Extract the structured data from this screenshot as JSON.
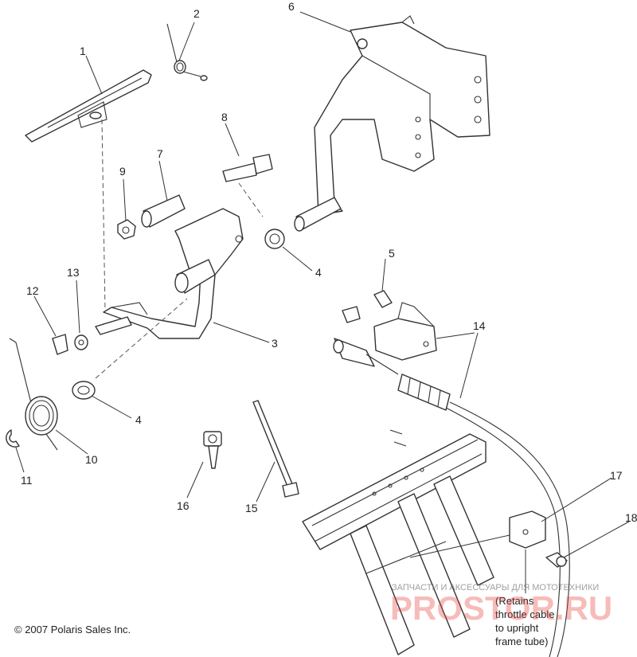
{
  "callouts": [
    {
      "id": "1",
      "text": "1"
    },
    {
      "id": "2",
      "text": "2"
    },
    {
      "id": "3",
      "text": "3"
    },
    {
      "id": "4a",
      "text": "4"
    },
    {
      "id": "4b",
      "text": "4"
    },
    {
      "id": "5",
      "text": "5"
    },
    {
      "id": "6",
      "text": "6"
    },
    {
      "id": "7",
      "text": "7"
    },
    {
      "id": "8",
      "text": "8"
    },
    {
      "id": "9",
      "text": "9"
    },
    {
      "id": "10",
      "text": "10"
    },
    {
      "id": "11",
      "text": "11"
    },
    {
      "id": "12",
      "text": "12"
    },
    {
      "id": "13",
      "text": "13"
    },
    {
      "id": "14",
      "text": "14"
    },
    {
      "id": "15",
      "text": "15"
    },
    {
      "id": "16",
      "text": "16"
    },
    {
      "id": "17",
      "text": "17"
    },
    {
      "id": "18",
      "text": "18"
    }
  ],
  "note": {
    "line1": "(Retains",
    "line2": "throttle cable",
    "line3": "to upright",
    "line4": "frame tube)"
  },
  "copyright": "© 2007 Polaris Sales Inc.",
  "watermark": {
    "top_text": "ЗАПЧАСТИ И АКСЕССУАРЫ ДЛЯ МОТОТЕХНИКИ",
    "brand_text": "PROSTOR.RU"
  }
}
